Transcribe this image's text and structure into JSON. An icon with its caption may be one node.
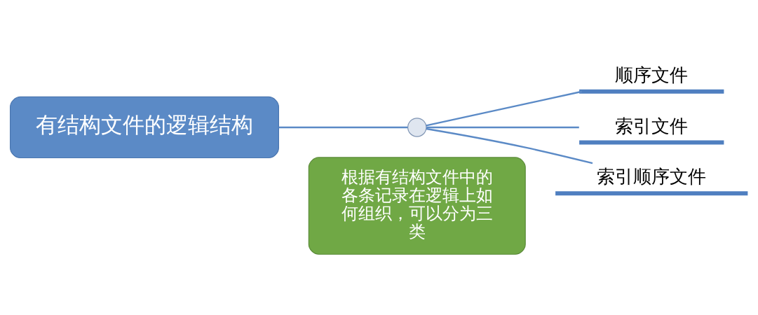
{
  "diagram": {
    "nodes": [
      {
        "text": [
          "根据有结构文件中的各条记录在逻辑上如何组织，可以分为三类"
        ]
      },
      {
        "text": [
          "有结构文件的逻辑结构"
        ]
      },
      {
        "text": [],
        "shape": "circle"
      },
      {
        "text": [
          "顺序文件"
        ]
      },
      {
        "text": [
          "索引文件"
        ]
      },
      {
        "text": [
          "索引顺序文件"
        ]
      }
    ],
    "edges": [
      {
        "from": 1,
        "to": 2,
        "arrow": "none"
      },
      {
        "from": 2,
        "to": 3,
        "arrow": "none"
      },
      {
        "from": 2,
        "to": 4,
        "arrow": "none"
      },
      {
        "from": 2,
        "to": 5,
        "arrow": "none"
      }
    ]
  }
}
